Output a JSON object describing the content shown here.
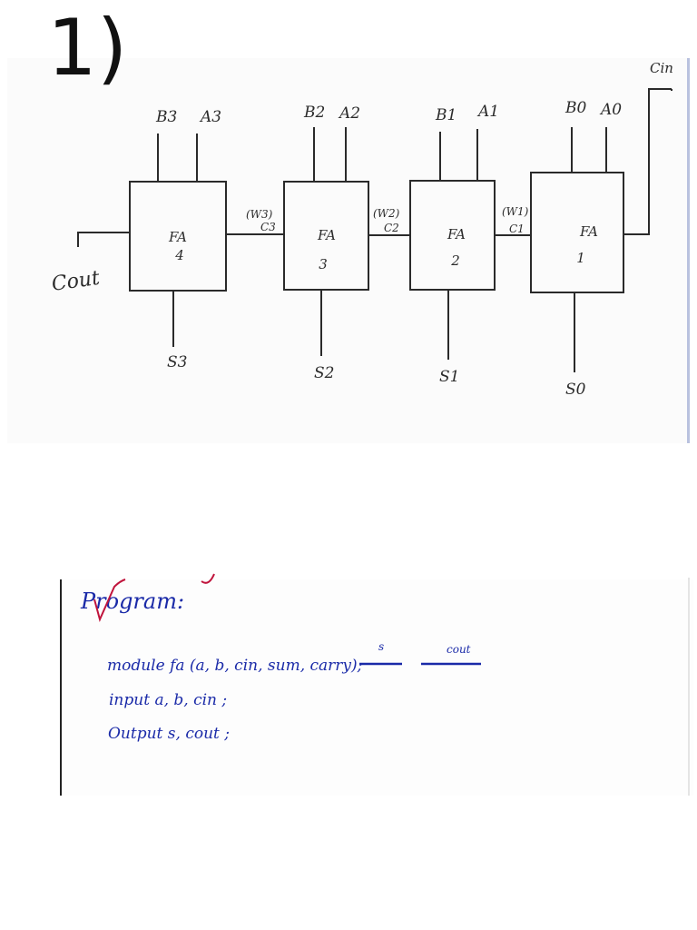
{
  "question_number": "1)",
  "carry_in_label": "Cin",
  "carry_out_label": "Cout",
  "adders": [
    {
      "label": "FA",
      "number": "4",
      "input_b": "B3",
      "input_a": "A3",
      "sum": "S3"
    },
    {
      "label": "FA",
      "number": "3",
      "input_b": "B2",
      "input_a": "A2",
      "sum": "S2"
    },
    {
      "label": "FA",
      "number": "2",
      "input_b": "B1",
      "input_a": "A1",
      "sum": "S1"
    },
    {
      "label": "FA",
      "number": "1",
      "input_b": "B0",
      "input_a": "A0",
      "sum": "S0"
    }
  ],
  "links": [
    {
      "wire": "(W3)",
      "carry": "C3"
    },
    {
      "wire": "(W2)",
      "carry": "C2"
    },
    {
      "wire": "(W1)",
      "carry": "C1"
    }
  ],
  "program": {
    "heading": "Program:",
    "lines": [
      "module fa (a, b, cin, sum, carry);",
      "input a, b, cin ;",
      "Output s, cout ;"
    ],
    "correction_sum": "s",
    "correction_carry": "cout",
    "colors": {
      "ink": "#1a2aa8",
      "check_mark": "#c0143c"
    }
  }
}
